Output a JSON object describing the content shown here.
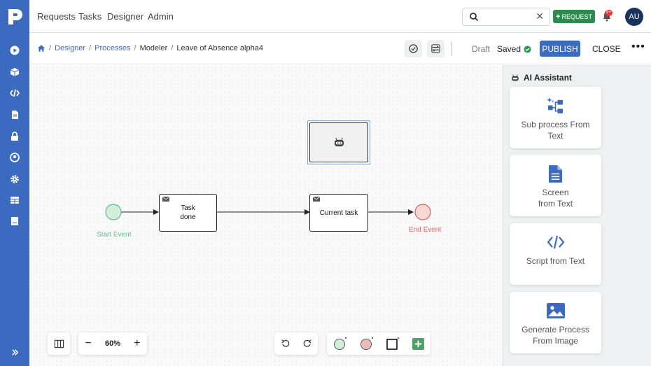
{
  "nav": {
    "links": [
      "Requests",
      "Tasks",
      "Designer",
      "Admin"
    ],
    "search_placeholder": "",
    "request_button": "REQUEST",
    "notification_badge": "9+",
    "avatar_initials": "AU"
  },
  "sidebar": {
    "items": [
      "play-icon",
      "cube-icon",
      "code-icon",
      "document-icon",
      "lock-icon",
      "user-circle-icon",
      "gear-icon",
      "table-icon",
      "book-icon"
    ],
    "expand_icon": "double-chevron-right-icon"
  },
  "breadcrumb": {
    "items": [
      "Designer",
      "Processes",
      "Modeler",
      "Leave of Absence alpha4"
    ]
  },
  "toolbar": {
    "draft_label": "Draft",
    "saved_label": "Saved",
    "publish_label": "PUBLISH",
    "close_label": "CLOSE",
    "more_label": "•••"
  },
  "diagram": {
    "start_event_label": "Start Event",
    "end_event_label": "End Event",
    "task1_label": "Task\ndone",
    "task2_label": "Current task"
  },
  "zoom": {
    "value": "60%"
  },
  "ai_panel": {
    "title": "AI Assistant",
    "cards": [
      {
        "label": "Sub process From\nText",
        "icon": "subprocess-sparkle-icon"
      },
      {
        "label": "Screen\nfrom Text",
        "icon": "document-icon"
      },
      {
        "label": "Script from Text",
        "icon": "code-icon"
      },
      {
        "label": "Generate Process\nFrom Image",
        "icon": "image-icon"
      }
    ]
  },
  "colors": {
    "sidebar": "#3d6ac1",
    "primary": "#3d6ac1",
    "request_green": "#2f8a4f",
    "start_event": "#5bbf86",
    "end_event": "#e06060"
  }
}
